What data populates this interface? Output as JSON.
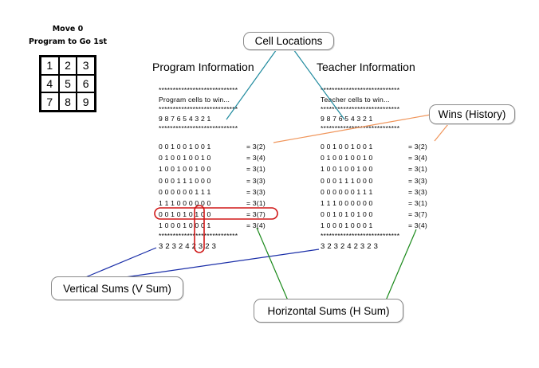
{
  "header": {
    "move": "Move 0",
    "turn": "Program to Go 1st"
  },
  "board": [
    "1",
    "2",
    "3",
    "4",
    "5",
    "6",
    "7",
    "8",
    "9"
  ],
  "program": {
    "title": "Program Information",
    "stars": "****************************",
    "cells_title": "Program cells to win...",
    "positions": "9 8 7 6 5 4 3 2 1",
    "rows": [
      {
        "bits": "0 0 1 0 0 1 0 0 1",
        "sum": "= 3",
        "wins": "(2)"
      },
      {
        "bits": "0 1 0 0 1 0 0 1 0",
        "sum": "= 3",
        "wins": "(4)"
      },
      {
        "bits": "1 0 0 1 0 0 1 0 0",
        "sum": "= 3",
        "wins": "(1)"
      },
      {
        "bits": "0 0 0 1 1 1 0 0 0",
        "sum": "= 3",
        "wins": "(3)"
      },
      {
        "bits": "0 0 0 0 0 0 1 1 1",
        "sum": "= 3",
        "wins": "(3)"
      },
      {
        "bits": "1 1 1 0 0 0 0 0 0",
        "sum": "= 3",
        "wins": "(1)"
      },
      {
        "bits": "0 0 1 0 1 0 1 0 0",
        "sum": "= 3",
        "wins": "(7)"
      },
      {
        "bits": "1 0 0 0 1 0 0 0 1",
        "sum": "= 3",
        "wins": "(4)"
      }
    ],
    "vsum": "3 2 3 2 4 2 3 2 3"
  },
  "teacher": {
    "title": "Teacher Information",
    "stars": "****************************",
    "cells_title": "Teacher cells to win...",
    "positions": "9 8 7 6 5 4 3 2 1",
    "rows": [
      {
        "bits": "0 0 1 0 0 1 0 0 1",
        "sum": "= 3",
        "wins": "(2)"
      },
      {
        "bits": "0 1 0 0 1 0 0 1 0",
        "sum": "= 3",
        "wins": "(4)"
      },
      {
        "bits": "1 0 0 1 0 0 1 0 0",
        "sum": "= 3",
        "wins": "(1)"
      },
      {
        "bits": "0 0 0 1 1 1 0 0 0",
        "sum": "= 3",
        "wins": "(3)"
      },
      {
        "bits": "0 0 0 0 0 0 1 1 1",
        "sum": "= 3",
        "wins": "(3)"
      },
      {
        "bits": "1 1 1 0 0 0 0 0 0",
        "sum": "= 3",
        "wins": "(1)"
      },
      {
        "bits": "0 0 1 0 1 0 1 0 0",
        "sum": "= 3",
        "wins": "(7)"
      },
      {
        "bits": "1 0 0 0 1 0 0 0 1",
        "sum": "= 3",
        "wins": "(4)"
      }
    ],
    "vsum": "3 2 3 2 4 2 3 2 3"
  },
  "callouts": {
    "cell_locations": "Cell Locations",
    "wins_history": "Wins (History)",
    "vertical_sums": "Vertical Sums (V Sum)",
    "horizontal_sums": "Horizontal Sums (H Sum)"
  },
  "colors": {
    "cell_locations_line": "#1f8a9e",
    "wins_line": "#f0955a",
    "vsum_line": "#1a2ea8",
    "hsum_line": "#1b8a1b",
    "highlight": "#d01818"
  }
}
